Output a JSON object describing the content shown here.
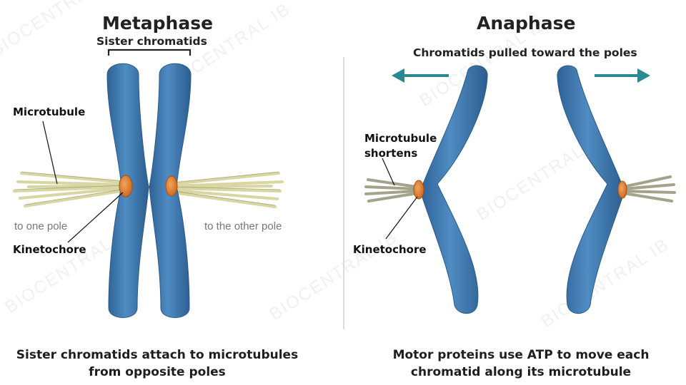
{
  "metaphase": {
    "title": "Metaphase",
    "bracket_label": "Sister chromatids",
    "label_microtubule": "Microtubule",
    "label_kinetochore": "Kinetochore",
    "label_one_pole": "to one pole",
    "label_other_pole": "to the other pole",
    "caption_line1": "Sister chromatids attach to microtubules",
    "caption_line2": "from opposite poles"
  },
  "anaphase": {
    "title": "Anaphase",
    "subtitle": "Chromatids pulled toward the poles",
    "label_microtubule_l1": "Microtubule",
    "label_microtubule_l2": "shortens",
    "label_kinetochore": "Kinetochore",
    "caption_line1": "Motor proteins use ATP to move each",
    "caption_line2": "chromatid along its microtubule"
  },
  "watermark": "BIOCENTRAL IB",
  "colors": {
    "chromatid": "#3f78ad",
    "kinetochore": "#e07a2a",
    "microtubule_long": "#d8d6a2",
    "microtubule_short": "#a3a38c",
    "arrow": "#2a8a93",
    "divider": "#d0d0d0"
  }
}
